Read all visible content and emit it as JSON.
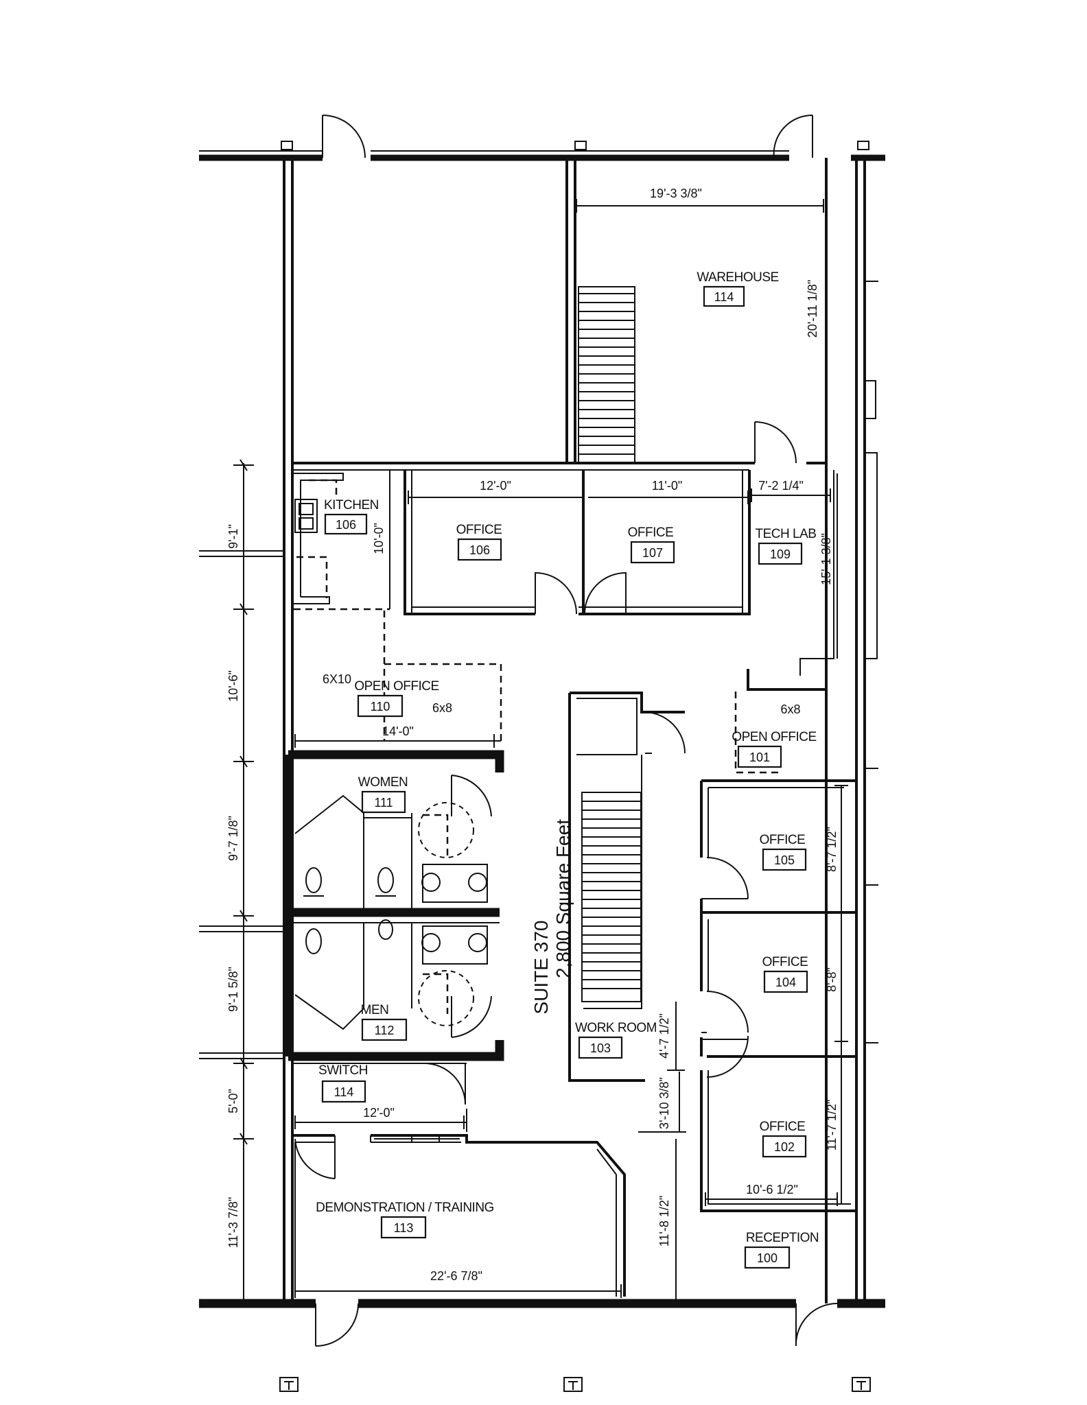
{
  "suite": {
    "name": "SUITE 370",
    "area": "2,800 Square Feet"
  },
  "rooms": [
    {
      "key": "warehouse",
      "name": "WAREHOUSE",
      "number": "114"
    },
    {
      "key": "kitchen",
      "name": "KITCHEN",
      "number": "106"
    },
    {
      "key": "office106",
      "name": "OFFICE",
      "number": "106"
    },
    {
      "key": "office107",
      "name": "OFFICE",
      "number": "107"
    },
    {
      "key": "techlab",
      "name": "TECH LAB",
      "number": "109"
    },
    {
      "key": "openoffice110",
      "name": "OPEN OFFICE",
      "number": "110"
    },
    {
      "key": "openoffice101",
      "name": "OPEN OFFICE",
      "number": "101"
    },
    {
      "key": "women",
      "name": "WOMEN",
      "number": "111"
    },
    {
      "key": "men",
      "name": "MEN",
      "number": "112"
    },
    {
      "key": "switch",
      "name": "SWITCH",
      "number": "114"
    },
    {
      "key": "office105",
      "name": "OFFICE",
      "number": "105"
    },
    {
      "key": "office104",
      "name": "OFFICE",
      "number": "104"
    },
    {
      "key": "office102",
      "name": "OFFICE",
      "number": "102"
    },
    {
      "key": "workroom",
      "name": "WORK ROOM",
      "number": "103"
    },
    {
      "key": "demo",
      "name": "DEMONSTRATION / TRAINING",
      "number": "113"
    },
    {
      "key": "reception",
      "name": "RECEPTION",
      "number": "100"
    }
  ],
  "dimensions": {
    "warehouse_width": "19'-3 3/8\"",
    "warehouse_depth": "20'-11 1/8\"",
    "office106_width": "12'-0\"",
    "office107_width": "11'-0\"",
    "techlab_width": "7'-2 1/4\"",
    "techlab_depth": "15'-1 3/8\"",
    "kitchen_depth": "10'-0\"",
    "open_office_width": "14'-0\"",
    "switch_width": "12'-0\"",
    "demo_width": "22'-6 7/8\"",
    "office102_width": "10'-6 1/2\"",
    "office105_depth": "8'-7 1/2\"",
    "office104_depth": "8'-8\"",
    "office102_depth": "11'-7 1/2\"",
    "workroom_depth": "4'-7 1/2\"",
    "corridor_gap": "3'-10 3/8\"",
    "reception_depth": "11'-8 1/2\"",
    "left_1": "9'-1\"",
    "left_2": "10'-6\"",
    "left_3": "9'-7 1/8\"",
    "left_4": "9'-1 5/8\"",
    "left_5": "5'-0\"",
    "left_6": "11'-3 7/8\""
  },
  "workstations": {
    "ws_6x10": "6X10",
    "ws_6x8_left": "6x8",
    "ws_6x8_right": "6x8"
  }
}
